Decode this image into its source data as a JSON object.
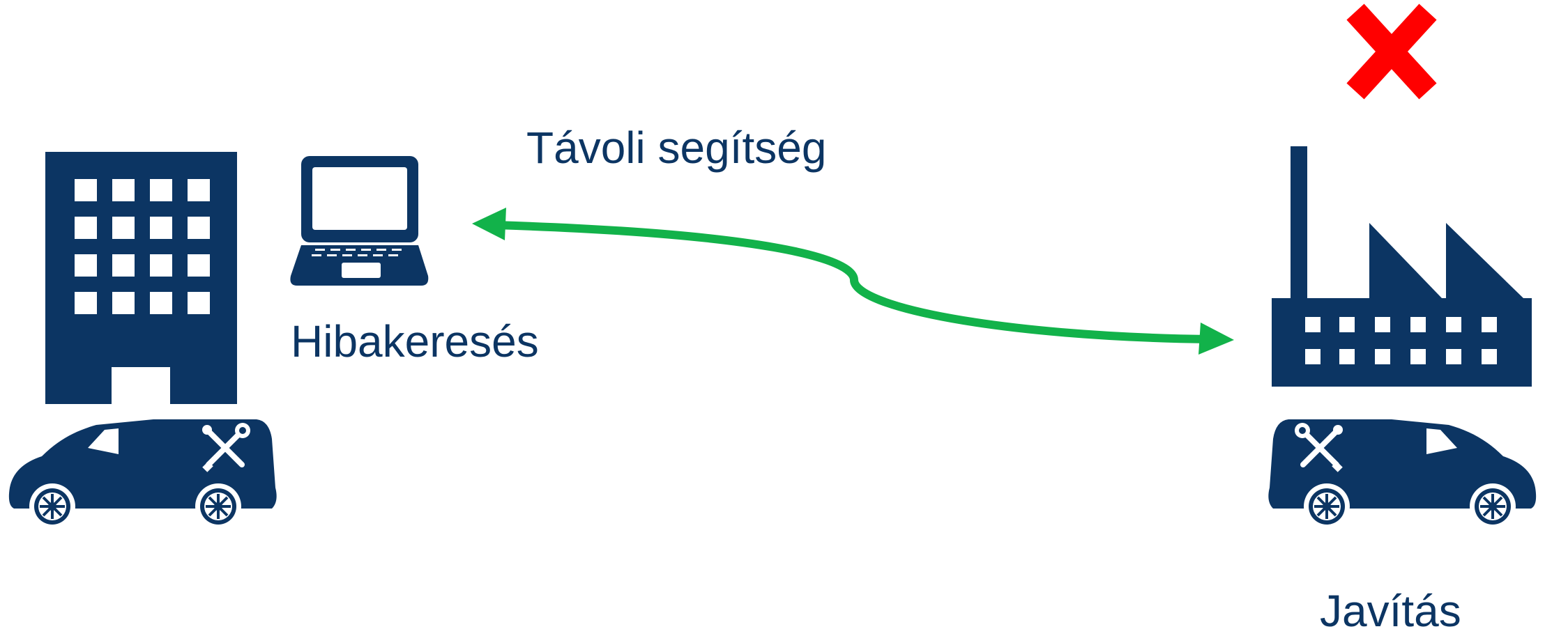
{
  "labels": {
    "remote_assistance": "Távoli segítség",
    "troubleshooting": "Hibakeresés",
    "repair": "Javítás"
  },
  "icons": {
    "office": "office-building-icon",
    "laptop": "laptop-icon",
    "factory": "factory-icon",
    "service_van": "service-van-icon",
    "tools": "wrench-screwdriver-icon",
    "cross": "red-x-icon",
    "arrow": "double-headed-arrow-icon"
  },
  "colors": {
    "icon_navy": "#0c3563",
    "arrow_green": "#12b24a",
    "cross_red": "#ff0000",
    "background": "#ffffff"
  }
}
